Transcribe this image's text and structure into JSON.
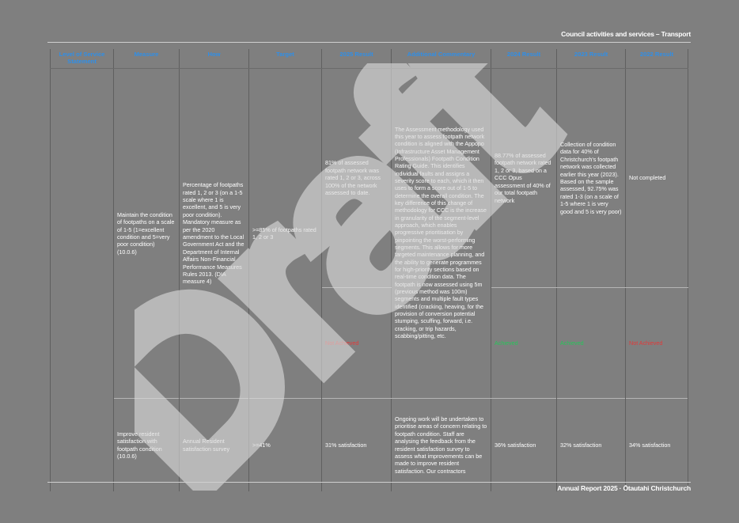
{
  "document": {
    "running_header": "Council activities and services – Transport",
    "running_footer": "Annual Report 2025 · Ōtautahi Christchurch",
    "watermark_text": "Draft"
  },
  "table": {
    "columns": [
      "Level of Service Statement",
      "Measure",
      "How",
      "Target",
      "2025 Result",
      "Additional Commentary",
      "2024 Result",
      "2023 Result",
      "2022 Result"
    ],
    "rows": [
      {
        "level_of_service": "",
        "measure": "Maintain the condition of footpaths on a scale of 1-5 (1=excellent condition and 5=very poor condition) (10.0.6)",
        "how": "Percentage of footpaths rated 1, 2 or 3 (on a 1-5 scale where 1 is excellent, and 5 is very poor condition). Mandatory measure as per the 2020 amendment to the Local Government Act and the Department of Internal Affairs Non-Financial Performance Measures Rules 2013. (DIA measure 4)",
        "target": ">=85% of footpaths rated 1, 2 or 3",
        "result_2025_detail": "81% of assessed footpath network was rated 1, 2 or 3, across 100% of the network assessed to date.",
        "result_2025_status": "Not Achieved",
        "commentary_1": "The Assessment methodology used this year to assess footpath network condition is aligned with the Appopo (Infrastructure Asset Management Professionals) Footpath Condition Rating Guide. This identifies individual faults and assigns a severity score to each, which it then uses to form a score out of 1-5 to determine the overall condition. The key difference of this change of methodology for CCC is the increase in granularity of the segment-level approach, which enables progressive prioritisation by pinpointing the worst-performing segments. This allows for more targeted maintenance planning, and the ability to generate programmes for high-priority sections based on real-time condition data. The footpath is now assessed using 5m (previous method was 100m) segments and multiple fault types identified (cracking, heaving, for the provision of conversion potential stumping, scuffing, forward, i.e. cracking, or trip hazards, scabbing/pitting, etc.",
        "commentary_2": "Ongoing work will be undertaken to prioritise areas of concern relating to footpath condition. Staff are analysing the feedback from the resident satisfaction survey to assess what improvements can be made to improve resident satisfaction. Our contractors",
        "result_2024_detail": "88.77% of assessed footpath network rated 1, 2 or 3, based on a CCC Opus assessment of 40% of our total footpath network",
        "result_2024_status": "Achieved",
        "result_2023_detail": "Collection of condition data for 40% of Christchurch's footpath network was collected earlier this year (2023). Based on the sample assessed, 92.75% was rated 1-3 (on a scale of 1-5 where 1 is very good and 5 is very poor)",
        "result_2023_status": "Achieved",
        "result_2022_detail": "Not completed",
        "result_2022_status": "Not Achieved"
      },
      {
        "level_of_service": "",
        "measure": "Improve resident satisfaction with footpath condition (10.0.6)",
        "how": "Annual Resident satisfaction survey",
        "target": ">=41%",
        "result_2025": "31% satisfaction",
        "result_2024": "36% satisfaction",
        "result_2023": "32% satisfaction",
        "result_2022": "34% satisfaction"
      }
    ]
  },
  "colors": {
    "page_bg": "#7f7f7f",
    "header_text": "#2f8fe8",
    "not_achieved": "#e23a3a",
    "achieved": "#27c55a",
    "watermark": "#d9d9d9"
  }
}
